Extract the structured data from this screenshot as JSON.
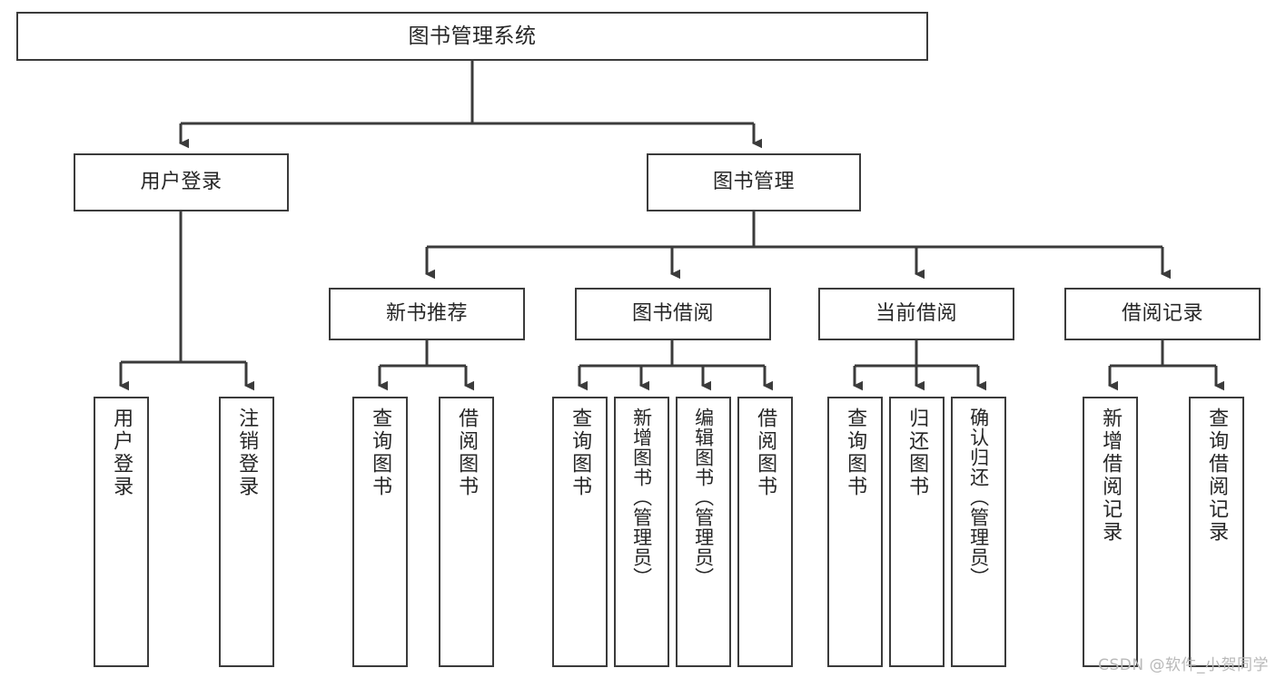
{
  "diagram": {
    "type": "hierarchy-tree",
    "title": "图书管理系统",
    "colors": {
      "box_border": "#3b3b3b",
      "box_fill": "#ffffff",
      "edge": "#3b3b3b",
      "text": "#262626",
      "watermark": "#b9b9b9",
      "background": "#ffffff"
    },
    "root": {
      "label": "图书管理系统"
    },
    "level2": [
      {
        "label": "用户登录"
      },
      {
        "label": "图书管理"
      }
    ],
    "level3": [
      {
        "label": "新书推荐"
      },
      {
        "label": "图书借阅"
      },
      {
        "label": "当前借阅"
      },
      {
        "label": "借阅记录"
      }
    ],
    "leaves": {
      "user_login": [
        {
          "label": "用户登录"
        },
        {
          "label": "注销登录"
        }
      ],
      "new_book_recommend": [
        {
          "label": "查询图书"
        },
        {
          "label": "借阅图书"
        }
      ],
      "book_borrow": [
        {
          "label": "查询图书"
        },
        {
          "label": "新增图书（管理员）"
        },
        {
          "label": "编辑图书（管理员）"
        },
        {
          "label": "借阅图书"
        }
      ],
      "current_borrow": [
        {
          "label": "查询图书"
        },
        {
          "label": "归还图书"
        },
        {
          "label": "确认归还（管理员）"
        }
      ],
      "borrow_record": [
        {
          "label": "新增借阅记录"
        },
        {
          "label": "查询借阅记录"
        }
      ]
    }
  },
  "watermark": {
    "text": "CSDN @软件_小贺同学"
  }
}
